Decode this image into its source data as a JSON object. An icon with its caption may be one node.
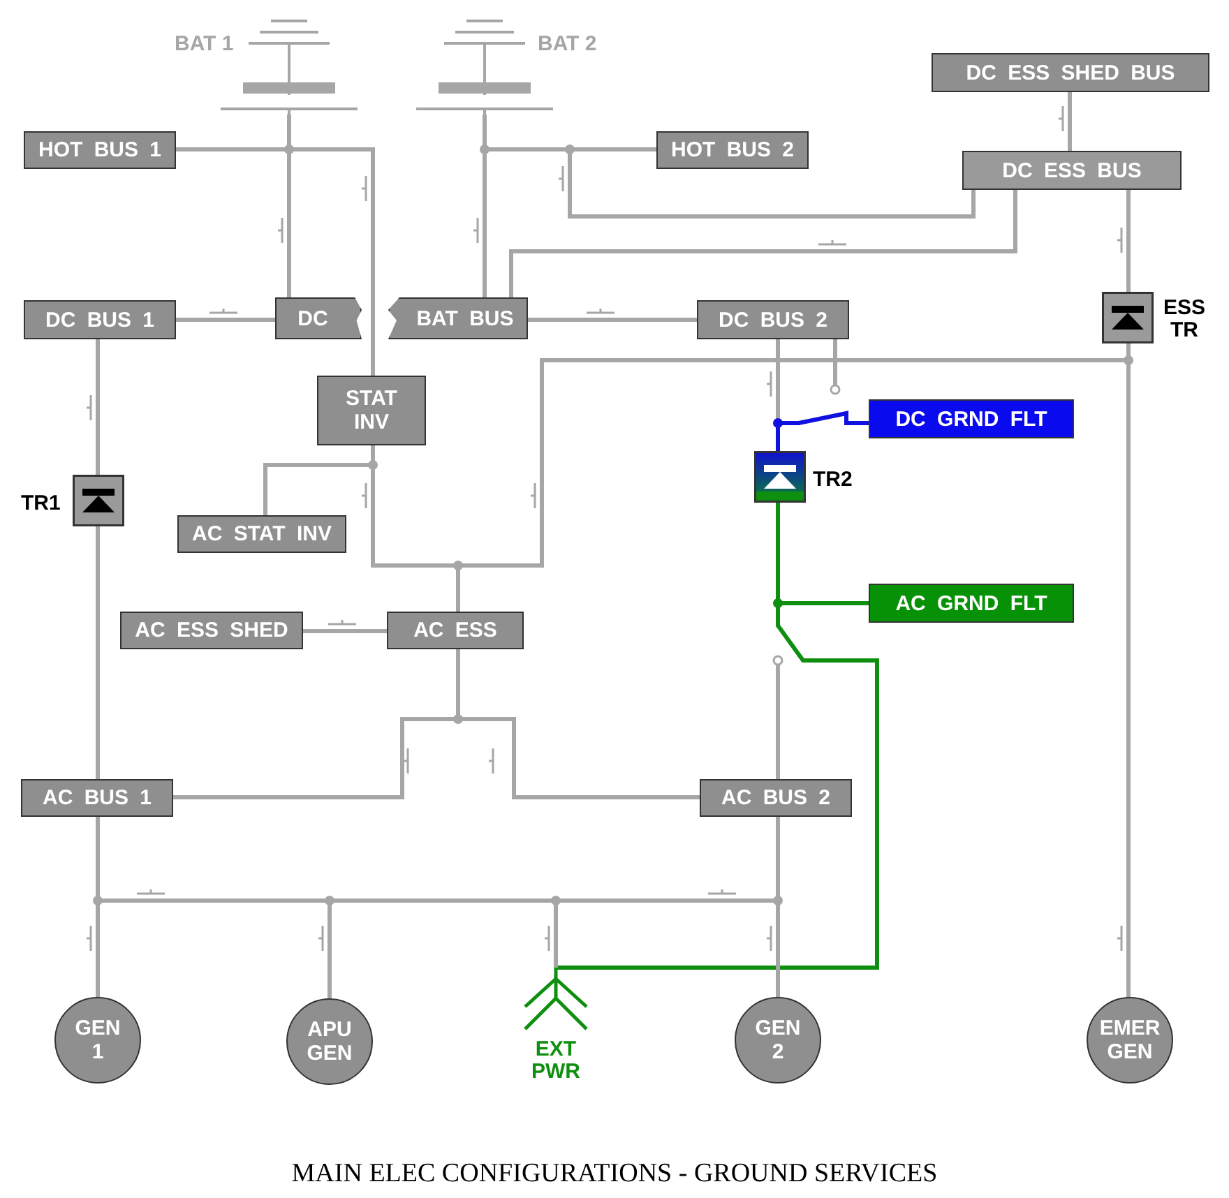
{
  "diagram": {
    "caption": "MAIN ELEC CONFIGURATIONS - GROUND SERVICES",
    "nodes": [
      {
        "text": [
          "BAT 1"
        ]
      },
      {
        "text": [
          "BAT 2"
        ]
      },
      {
        "text": [
          "DC ESS SHED BUS"
        ]
      },
      {
        "text": [
          "HOT BUS 1"
        ]
      },
      {
        "text": [
          "HOT BUS 2"
        ]
      },
      {
        "text": [
          "DC ESS BUS"
        ]
      },
      {
        "text": [
          "DC BUS 1"
        ]
      },
      {
        "text": [
          "DC"
        ]
      },
      {
        "text": [
          "BAT BUS"
        ]
      },
      {
        "text": [
          "DC BUS 2"
        ]
      },
      {
        "text": [
          "ESS TR"
        ]
      },
      {
        "text": [
          "STAT INV"
        ]
      },
      {
        "text": [
          "DC GRND FLT"
        ]
      },
      {
        "text": [
          "TR1"
        ]
      },
      {
        "text": [
          "TR2"
        ]
      },
      {
        "text": [
          "AC STAT INV"
        ]
      },
      {
        "text": [
          "AC GRND FLT"
        ]
      },
      {
        "text": [
          "AC ESS SHED"
        ]
      },
      {
        "text": [
          "AC ESS"
        ]
      },
      {
        "text": [
          "AC BUS 1"
        ]
      },
      {
        "text": [
          "AC BUS 2"
        ]
      },
      {
        "text": [
          "GEN 1"
        ]
      },
      {
        "text": [
          "APU GEN"
        ]
      },
      {
        "text": [
          "EXT PWR"
        ]
      },
      {
        "text": [
          "GEN 2"
        ]
      },
      {
        "text": [
          "EMER GEN"
        ]
      }
    ],
    "edges": [
      {
        "from": 0,
        "to": 3,
        "arrow": "none"
      },
      {
        "from": 0,
        "to": 7,
        "arrow": "none"
      },
      {
        "from": 3,
        "to": 11,
        "arrow": "none"
      },
      {
        "from": 1,
        "to": 4,
        "arrow": "none"
      },
      {
        "from": 1,
        "to": 8,
        "arrow": "none"
      },
      {
        "from": 1,
        "to": 5,
        "arrow": "none"
      },
      {
        "from": 8,
        "to": 5,
        "arrow": "none"
      },
      {
        "from": 2,
        "to": 5,
        "arrow": "none"
      },
      {
        "from": 5,
        "to": 10,
        "arrow": "none"
      },
      {
        "from": 6,
        "to": 7,
        "arrow": "none"
      },
      {
        "from": 8,
        "to": 9,
        "arrow": "none"
      },
      {
        "from": 6,
        "to": 13,
        "arrow": "none"
      },
      {
        "from": 13,
        "to": 19,
        "arrow": "none"
      },
      {
        "from": 11,
        "to": 15,
        "arrow": "none"
      },
      {
        "from": 11,
        "to": 18,
        "arrow": "none"
      },
      {
        "from": 10,
        "to": 25,
        "arrow": "none"
      },
      {
        "from": 25,
        "to": 18,
        "arrow": "none"
      },
      {
        "from": 9,
        "to": 14,
        "arrow": "none"
      },
      {
        "from": 14,
        "to": 12,
        "arrow": "none",
        "color": "#1010e0"
      },
      {
        "from": 14,
        "to": 16,
        "arrow": "none",
        "color": "#0f8f0f"
      },
      {
        "from": 23,
        "to": 14,
        "arrow": "none",
        "color": "#0f8f0f"
      },
      {
        "from": 17,
        "to": 18,
        "arrow": "none"
      },
      {
        "from": 18,
        "to": 19,
        "arrow": "none"
      },
      {
        "from": 18,
        "to": 20,
        "arrow": "none"
      },
      {
        "from": 19,
        "to": 21,
        "arrow": "none"
      },
      {
        "from": 20,
        "to": 24,
        "arrow": "none"
      },
      {
        "from": 19,
        "to": 22,
        "arrow": "none"
      },
      {
        "from": 22,
        "to": 23,
        "arrow": "none"
      },
      {
        "from": 23,
        "to": 20,
        "arrow": "none"
      }
    ]
  }
}
